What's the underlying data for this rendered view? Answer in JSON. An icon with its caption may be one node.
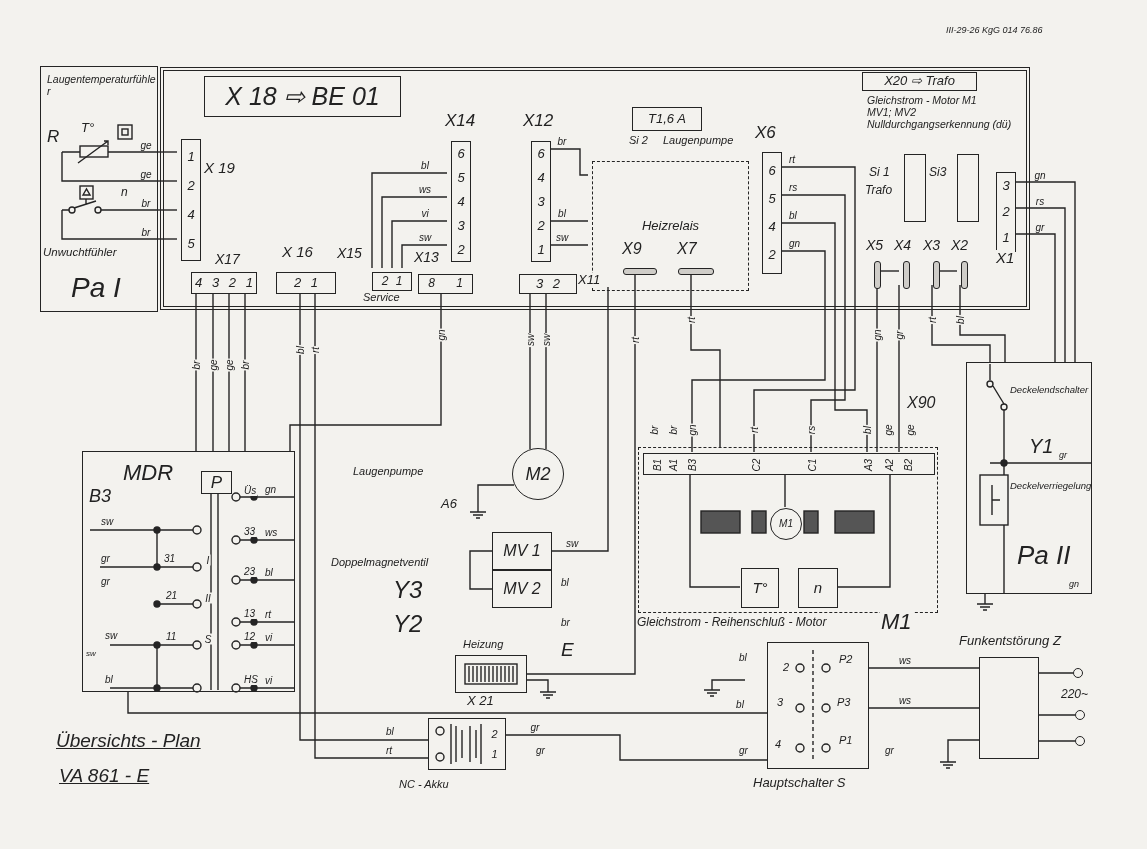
{
  "diagram": {
    "nodes": [
      {
        "text": [
          "Laugentemperaturfühler",
          "R",
          "T°",
          "n",
          "Unwuchtfühler",
          "Pa I"
        ]
      },
      {
        "text": [],
        "shape": "box"
      },
      {
        "text": [
          "X 18 ⇨ BE 01"
        ],
        "in": 1
      },
      {
        "text": [
          "1 2 4 5"
        ],
        "in": 1,
        "beside": [
          "X 19"
        ]
      },
      {
        "text": [
          "4 3 2 1"
        ],
        "in": 1,
        "beside": [
          "X17"
        ]
      },
      {
        "text": [
          "2 1"
        ],
        "in": 1,
        "beside": [
          "X 16"
        ]
      },
      {
        "text": [
          "2 1"
        ],
        "in": 1,
        "beside": [
          "X15",
          "Service"
        ]
      },
      {
        "text": [
          "8 1"
        ],
        "in": 1,
        "beside": [
          "X13"
        ]
      },
      {
        "text": [
          "6 5 4 3 2"
        ],
        "in": 1,
        "beside": [
          "X14"
        ]
      },
      {
        "text": [
          "6 4 3 2 1"
        ],
        "in": 1,
        "beside": [
          "X12"
        ]
      },
      {
        "text": [
          "3 2"
        ],
        "in": 1,
        "beside": [
          "X11"
        ]
      },
      {
        "text": [
          "Heizrelais"
        ],
        "in": 1
      },
      {
        "text": [
          "T1,6 A"
        ],
        "in": 1
      },
      {
        "text": [],
        "shape": "bar",
        "in": 11,
        "beside": [
          "X9"
        ]
      },
      {
        "text": [],
        "shape": "bar",
        "in": 11,
        "beside": [
          "X7"
        ]
      },
      {
        "text": [
          "6 5 4 2"
        ],
        "in": 1,
        "beside": [
          "X6"
        ]
      },
      {
        "text": [
          "X20 ⇨ Trafo"
        ],
        "in": 1
      },
      {
        "text": [],
        "shape": "box",
        "in": 1,
        "beside": [
          "Si 1",
          "Trafo"
        ]
      },
      {
        "text": [],
        "shape": "box",
        "in": 1,
        "beside": [
          "Si3"
        ]
      },
      {
        "text": [
          "3 2 1"
        ],
        "in": 1,
        "beside": [
          "X1"
        ]
      },
      {
        "text": [],
        "shape": "bar",
        "in": 1,
        "beside": [
          "X5"
        ]
      },
      {
        "text": [],
        "shape": "bar",
        "in": 1,
        "beside": [
          "X4"
        ]
      },
      {
        "text": [],
        "shape": "bar",
        "in": 1,
        "beside": [
          "X3"
        ]
      },
      {
        "text": [],
        "shape": "bar",
        "in": 1,
        "beside": [
          "X2"
        ]
      },
      {
        "text": [
          "MDR",
          "B3"
        ]
      },
      {
        "text": [
          "P"
        ],
        "in": 24
      },
      {
        "text": [
          "M2"
        ]
      },
      {
        "text": [
          "MV 1"
        ]
      },
      {
        "text": [
          "MV 2"
        ]
      },
      {
        "text": [],
        "shape": "box",
        "beside": [
          "Heizung",
          "E",
          "X 21"
        ]
      },
      {
        "text": [
          "2 1"
        ],
        "beside": [
          "NC - Akku"
        ]
      },
      {
        "text": [],
        "shape": "box",
        "beside": [
          "Gleichstrom - Reihenschluß - Motor",
          "M1"
        ]
      },
      {
        "text": [
          "B1",
          "A1",
          "B3",
          "C2",
          "C1",
          "A3",
          "A2",
          "B2"
        ],
        "in": 31,
        "beside": [
          "X90"
        ]
      },
      {
        "text": [
          "M1"
        ],
        "in": 31
      },
      {
        "text": [
          "T°"
        ],
        "in": 31
      },
      {
        "text": [
          "n"
        ],
        "in": 31
      },
      {
        "text": [
          "Deckelendschalter",
          "Y1",
          "Deckelverriegelung",
          "Pa II"
        ]
      },
      {
        "text": [
          "2",
          "P2",
          "3",
          "P3",
          "4",
          "P1"
        ],
        "beside": [
          "Hauptschalter S"
        ]
      },
      {
        "text": [],
        "shape": "box",
        "beside": [
          "Funkentstörung Z"
        ]
      },
      {
        "text": [],
        "shape": "circle"
      },
      {
        "text": [],
        "shape": "circle"
      },
      {
        "text": [],
        "shape": "circle"
      }
    ],
    "edges": [
      {
        "from": 0,
        "to": 3,
        "arrow": "none",
        "label": "ge"
      },
      {
        "from": 0,
        "to": 3,
        "arrow": "none",
        "label": "ge"
      },
      {
        "from": 0,
        "to": 3,
        "arrow": "none",
        "label": "br"
      },
      {
        "from": 0,
        "to": 3,
        "arrow": "none",
        "label": "br"
      },
      {
        "from": 4,
        "to": 24,
        "arrow": "none",
        "label": "br"
      },
      {
        "from": 4,
        "to": 24,
        "arrow": "none",
        "label": "ge"
      },
      {
        "from": 4,
        "to": 24,
        "arrow": "none",
        "label": "ge"
      },
      {
        "from": 4,
        "to": 24,
        "arrow": "none",
        "label": "br"
      },
      {
        "from": 5,
        "to": 30,
        "arrow": "none",
        "label": "bl"
      },
      {
        "from": 5,
        "to": 30,
        "arrow": "none",
        "label": "rt"
      },
      {
        "from": 7,
        "to": 24,
        "arrow": "none",
        "label": "gn"
      },
      {
        "from": 8,
        "to": 6,
        "arrow": "none",
        "label": "bl"
      },
      {
        "from": 8,
        "to": 6,
        "arrow": "none",
        "label": "ws"
      },
      {
        "from": 8,
        "to": 6,
        "arrow": "none",
        "label": "vi"
      },
      {
        "from": 8,
        "to": 6,
        "arrow": "none",
        "label": "sw"
      },
      {
        "from": 9,
        "to": 11,
        "arrow": "none",
        "label": "br"
      },
      {
        "from": 9,
        "to": 11,
        "arrow": "none",
        "label": "bl"
      },
      {
        "from": 9,
        "to": 11,
        "arrow": "none",
        "label": "sw"
      },
      {
        "from": 10,
        "to": 26,
        "arrow": "none",
        "label": "sw"
      },
      {
        "from": 10,
        "to": 26,
        "arrow": "none",
        "label": "sw"
      },
      {
        "from": 13,
        "to": 29,
        "arrow": "none",
        "label": "rt"
      },
      {
        "from": 14,
        "to": 31,
        "arrow": "none",
        "label": "rt"
      },
      {
        "from": 15,
        "to": 32,
        "arrow": "none",
        "label": "rt"
      },
      {
        "from": 15,
        "to": 32,
        "arrow": "none",
        "label": "rs"
      },
      {
        "from": 15,
        "to": 32,
        "arrow": "none",
        "label": "bl"
      },
      {
        "from": 15,
        "to": 32,
        "arrow": "none",
        "label": "gn"
      },
      {
        "from": 20,
        "to": 21,
        "arrow": "none"
      },
      {
        "from": 22,
        "to": 23,
        "arrow": "none"
      },
      {
        "from": 20,
        "to": 32,
        "arrow": "none",
        "label": "gn"
      },
      {
        "from": 21,
        "to": 32,
        "arrow": "none",
        "label": "gr"
      },
      {
        "from": 22,
        "to": 36,
        "arrow": "none",
        "label": "rt"
      },
      {
        "from": 23,
        "to": 36,
        "arrow": "none",
        "label": "bl"
      },
      {
        "from": 19,
        "to": 36,
        "arrow": "none",
        "label": "gn"
      },
      {
        "from": 19,
        "to": 36,
        "arrow": "none",
        "label": "rs"
      },
      {
        "from": 19,
        "to": 36,
        "arrow": "none",
        "label": "gr"
      },
      {
        "from": 32,
        "to": 33,
        "arrow": "none"
      },
      {
        "from": 32,
        "to": 34,
        "arrow": "none"
      },
      {
        "from": 32,
        "to": 35,
        "arrow": "none"
      },
      {
        "from": 27,
        "to": 11,
        "arrow": "none",
        "label": "sw"
      },
      {
        "from": 27,
        "to": 28,
        "arrow": "none"
      },
      {
        "from": 37,
        "to": 38,
        "arrow": "none",
        "label": "ws"
      },
      {
        "from": 37,
        "to": 38,
        "arrow": "none",
        "label": "ws"
      },
      {
        "from": 38,
        "to": 39,
        "arrow": "none"
      },
      {
        "from": 38,
        "to": 40,
        "arrow": "none"
      },
      {
        "from": 38,
        "to": 41,
        "arrow": "none"
      },
      {
        "from": 30,
        "to": 37,
        "arrow": "none",
        "label": "gr"
      },
      {
        "from": 24,
        "to": 37,
        "arrow": "none",
        "label": "bl"
      }
    ],
    "labels": [
      "III-29-26 KgG 014 76.86",
      "Si 2",
      "Laugenpumpe",
      "Gleichstrom - Motor M1",
      "MV1; MV2",
      "Nulldurchgangserkennung (dü)",
      "rt",
      "rs",
      "bl",
      "gn",
      "br",
      "br",
      "ge",
      "ge",
      "sw",
      "gr",
      "gr",
      "sw",
      "sw",
      "bl",
      "Üs",
      "gn",
      "33",
      "ws",
      "31",
      "I",
      "23",
      "bl",
      "21",
      "II",
      "13",
      "rt",
      "11",
      "S",
      "12",
      "vi",
      "HS",
      "vi",
      "Laugenpumpe",
      "A6",
      "Doppelmagnetventil",
      "Y3",
      "Y2",
      "bl",
      "br",
      "bl",
      "rt",
      "gr",
      "Übersichts - Plan",
      "VA 861 - E",
      "bl",
      "gr",
      "gr",
      "220~",
      "gr",
      "gn"
    ]
  }
}
